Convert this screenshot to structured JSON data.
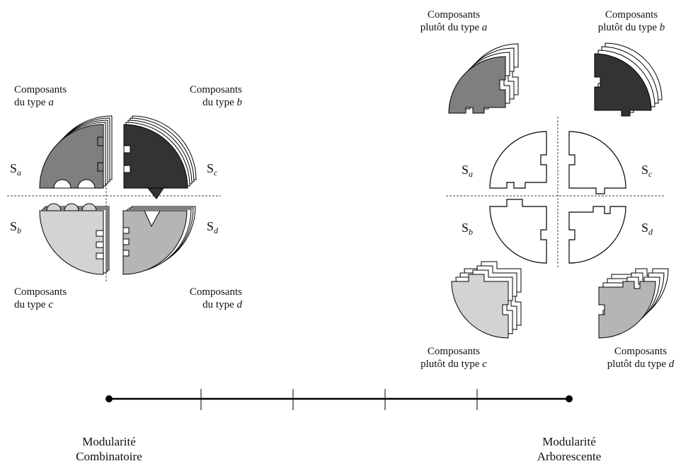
{
  "left": {
    "labels": {
      "a": {
        "line1": "Composants",
        "line2": "du type",
        "letter": "a"
      },
      "b": {
        "line1": "Composants",
        "line2": "du type",
        "letter": "b"
      },
      "c": {
        "line1": "Composants",
        "line2": "du type",
        "letter": "c"
      },
      "d": {
        "line1": "Composants",
        "line2": "du type",
        "letter": "d"
      }
    },
    "sectors": {
      "a": "a",
      "b": "b",
      "c": "c",
      "d": "d"
    }
  },
  "right": {
    "labels": {
      "a": {
        "line1": "Composants",
        "line2": "plutôt du type",
        "letter": "a"
      },
      "b": {
        "line1": "Composants",
        "line2": "plutôt du type",
        "letter": "b"
      },
      "c": {
        "line1": "Composants",
        "line2": "plutôt du type",
        "letter": "c"
      },
      "d": {
        "line1": "Composants",
        "line2": "plutôt du type",
        "letter": "d"
      }
    },
    "sectors": {
      "a": "a",
      "b": "b",
      "c": "c",
      "d": "d"
    }
  },
  "sector_prefix": "S",
  "scale": {
    "left": {
      "line1": "Modularité",
      "line2": "Combinatoire"
    },
    "right": {
      "line1": "Modularité",
      "line2": "Arborescente"
    },
    "intermediate_ticks": 4
  },
  "colors": {
    "type_a": "#7f7f7f",
    "type_b": "#333333",
    "type_c": "#d3d3d3",
    "type_d": "#b5b5b5",
    "outline": "#000000"
  }
}
